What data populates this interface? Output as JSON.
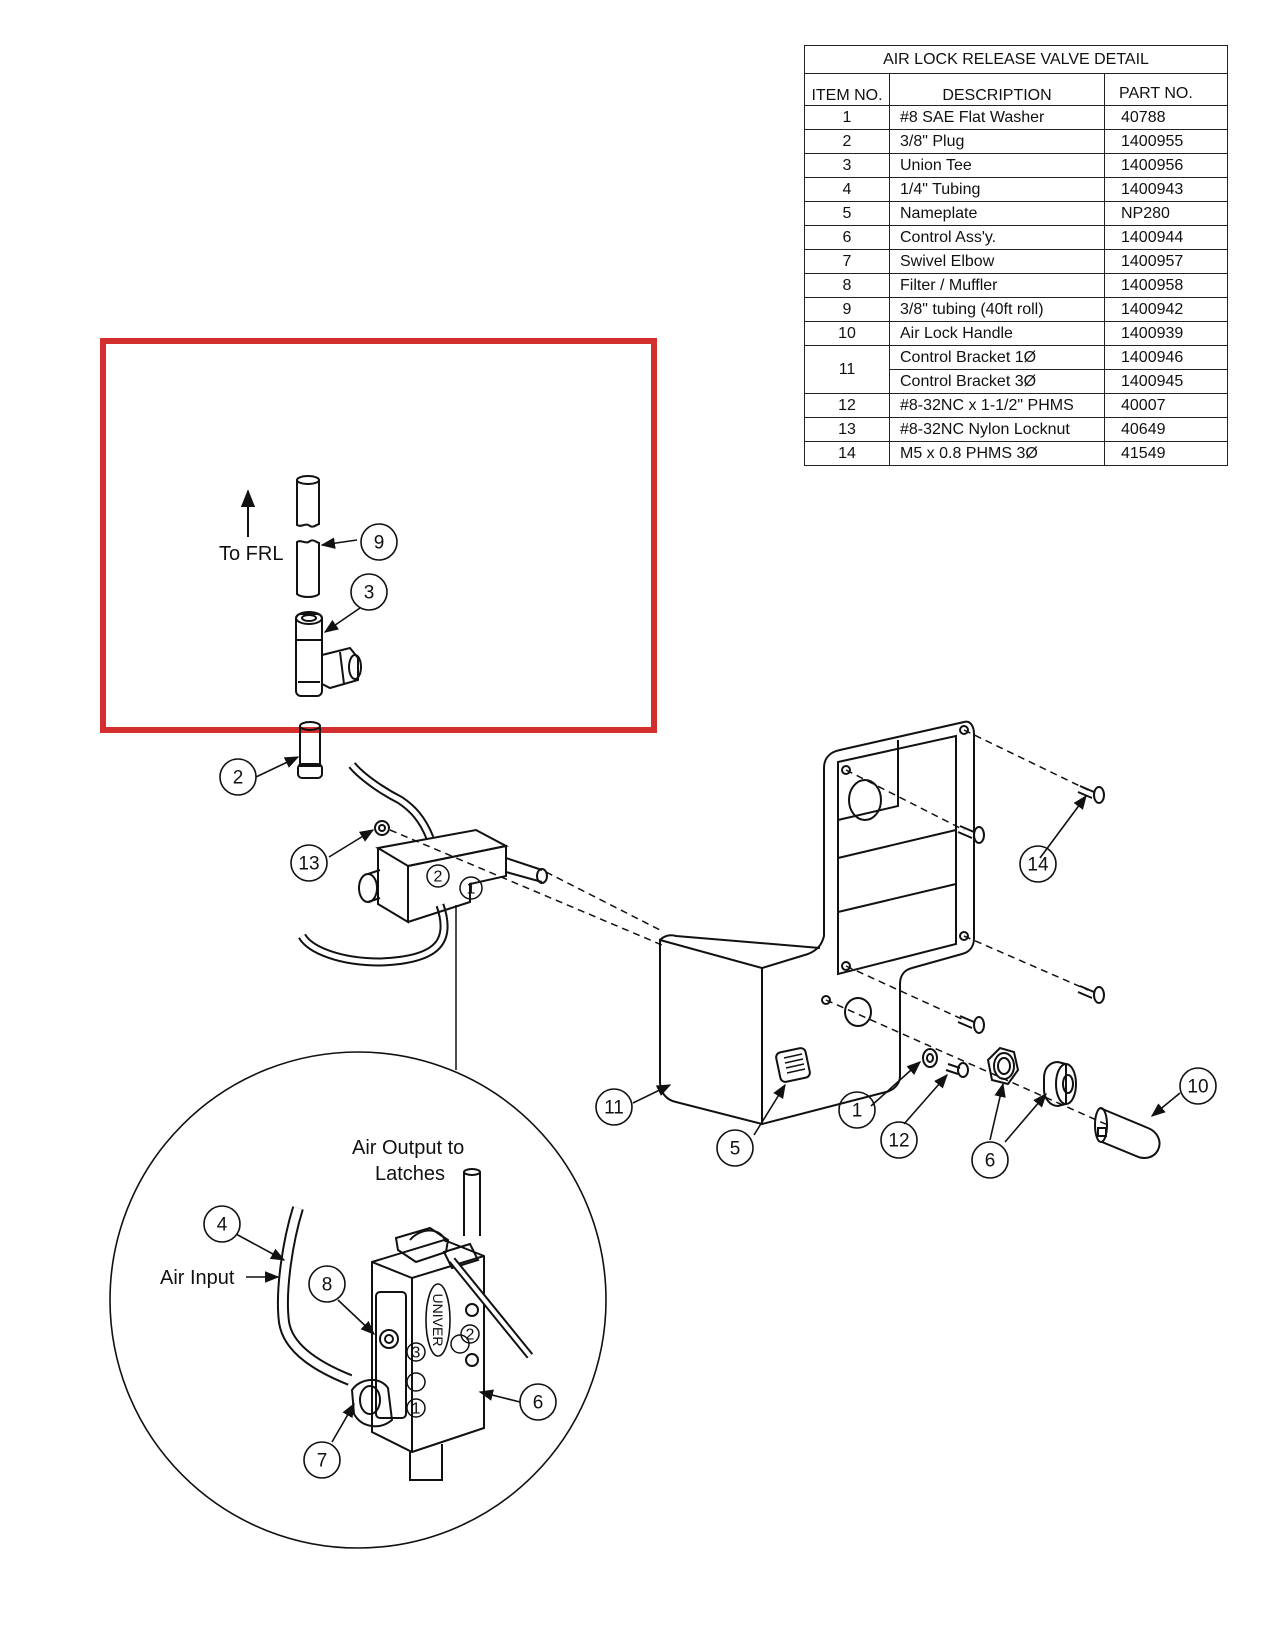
{
  "table": {
    "title": "AIR LOCK RELEASE VALVE DETAIL",
    "headers": {
      "item": "ITEM  NO.",
      "description": "DESCRIPTION",
      "part": "PART  NO."
    },
    "rows": [
      {
        "item": "1",
        "description": "#8 SAE Flat Washer",
        "part": "40788"
      },
      {
        "item": "2",
        "description": "3/8\" Plug",
        "part": "1400955"
      },
      {
        "item": "3",
        "description": "Union Tee",
        "part": "1400956"
      },
      {
        "item": "4",
        "description": "1/4\" Tubing",
        "part": "1400943"
      },
      {
        "item": "5",
        "description": "Nameplate",
        "part": "NP280"
      },
      {
        "item": "6",
        "description": "Control Ass'y.",
        "part": "1400944"
      },
      {
        "item": "7",
        "description": "Swivel Elbow",
        "part": "1400957"
      },
      {
        "item": "8",
        "description": "Filter / Muffler",
        "part": "1400958"
      },
      {
        "item": "9",
        "description": "3/8\" tubing (40ft roll)",
        "part": "1400942"
      },
      {
        "item": "10",
        "description": "Air Lock Handle",
        "part": "1400939"
      },
      {
        "item": "11",
        "description": "Control Bracket 1Ø",
        "part": "1400946"
      },
      {
        "item": "",
        "description": "Control Bracket 3Ø",
        "part": "1400945"
      },
      {
        "item": "12",
        "description": "#8-32NC x 1-1/2\" PHMS",
        "part": "40007"
      },
      {
        "item": "13",
        "description": "#8-32NC Nylon Locknut",
        "part": "40649"
      },
      {
        "item": "14",
        "description": "M5 x 0.8 PHMS 3Ø",
        "part": "41549"
      }
    ]
  },
  "labels": {
    "to_frl": "To FRL",
    "air_output_line1": "Air Output to",
    "air_output_line2": "Latches",
    "air_input": "Air Input",
    "univer": "UNIVER"
  },
  "balloons": {
    "b1": "1",
    "b2": "2",
    "b3": "3",
    "b4": "4",
    "b5": "5",
    "b6a": "6",
    "b6b": "6",
    "b7": "7",
    "b8": "8",
    "b9": "9",
    "b10": "10",
    "b11": "11",
    "b12": "12",
    "b13": "13",
    "b14": "14"
  },
  "ports": {
    "p1": "1",
    "p2": "2",
    "d1": "1",
    "d2": "2",
    "d3": "3"
  },
  "highlight": {
    "color": "#d32f2f"
  }
}
